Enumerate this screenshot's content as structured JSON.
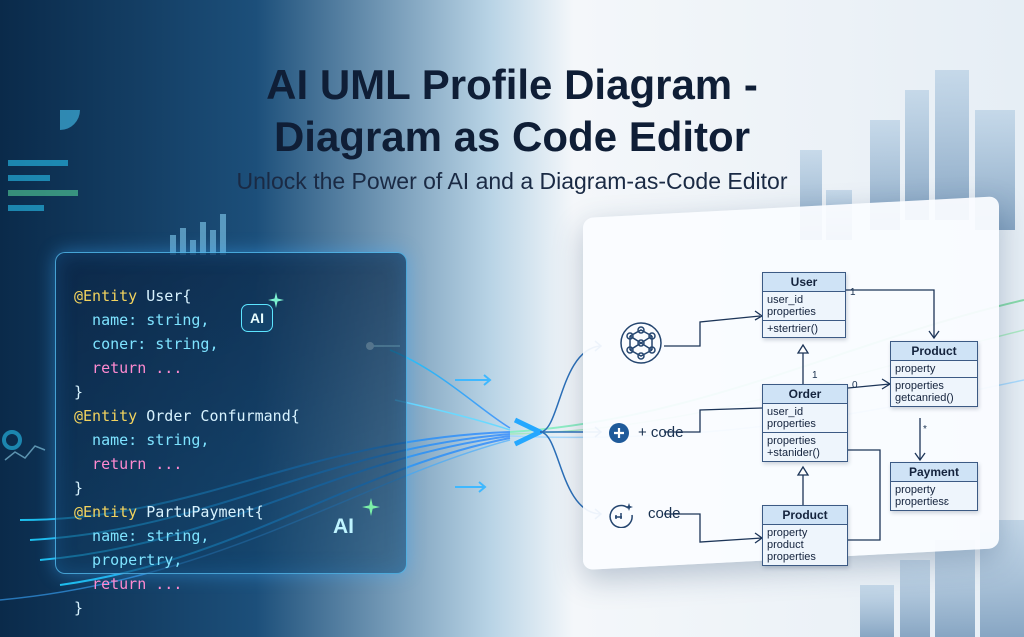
{
  "header": {
    "title_line1": "AI UML Profile Diagram -",
    "title_line2": "Diagram as Code Editor",
    "subtitle": "Unlock the Power of AI and a Diagram-as-Code Editor"
  },
  "editor": {
    "ai_badge": "AI",
    "ai_logo": "AI",
    "lines": [
      [
        {
          "t": "@Entity ",
          "c": "kw"
        },
        {
          "t": "User{",
          "c": "pl"
        }
      ],
      [
        {
          "t": "  name: string,",
          "c": "kw2"
        }
      ],
      [
        {
          "t": "  coner: string,",
          "c": "kw2"
        }
      ],
      [
        {
          "t": "  return ...",
          "c": "ret"
        }
      ],
      [
        {
          "t": "}",
          "c": "pl"
        }
      ],
      [
        {
          "t": "@Entity ",
          "c": "kw"
        },
        {
          "t": "Order Confurmand{",
          "c": "pl"
        }
      ],
      [
        {
          "t": "  name: string,",
          "c": "kw2"
        }
      ],
      [
        {
          "t": "  return ...",
          "c": "ret"
        }
      ],
      [
        {
          "t": "}",
          "c": "pl"
        }
      ],
      [
        {
          "t": "@Entity ",
          "c": "kw"
        },
        {
          "t": "PartuPayment{",
          "c": "pl"
        }
      ],
      [
        {
          "t": "  name: string,",
          "c": "kw2"
        }
      ],
      [
        {
          "t": "  propertry,",
          "c": "kw2"
        }
      ],
      [
        {
          "t": "  return ...",
          "c": "ret"
        }
      ],
      [
        {
          "t": "}",
          "c": "pl"
        }
      ]
    ]
  },
  "flow": {
    "code_label_1": "+ code",
    "code_label_2": "code"
  },
  "diagram": {
    "classes": [
      {
        "id": "user",
        "name": "User",
        "sections": [
          [
            "user_id",
            "properties"
          ],
          [
            "+stertrier()"
          ]
        ]
      },
      {
        "id": "order",
        "name": "Order",
        "sections": [
          [
            "user_id",
            "properties"
          ],
          [
            "properties",
            "+stanider()"
          ]
        ]
      },
      {
        "id": "product_top",
        "name": "Product",
        "sections": [
          [
            "property"
          ],
          [
            "properties",
            "getcanried()"
          ]
        ]
      },
      {
        "id": "payment",
        "name": "Payment",
        "sections": [
          [
            "property",
            "propertiesɛ"
          ]
        ]
      },
      {
        "id": "product_bottom",
        "name": "Product",
        "sections": [
          [
            "property",
            "product",
            "properties"
          ]
        ]
      }
    ],
    "multiplicities": [
      "1",
      "1",
      "0",
      "*"
    ]
  },
  "colors": {
    "title": "#0f1e36",
    "keyword": "#f2d35e",
    "field": "#7ee3ff",
    "return": "#ff8ad0",
    "class_header": "#cfe3f6",
    "flow_accent": "#2fb8ff",
    "flow_green": "#6fe07a"
  }
}
